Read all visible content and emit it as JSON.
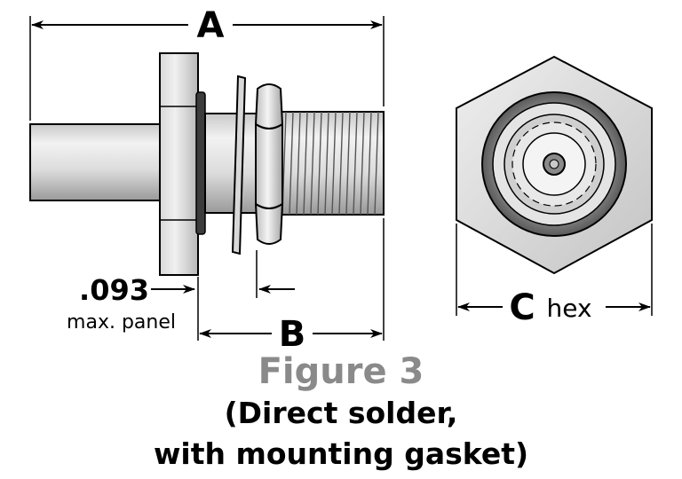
{
  "dimensions": {
    "a": "A",
    "b": "B",
    "c": "C",
    "c_suffix": "hex",
    "thickness": ".093",
    "thickness_note": "max. panel"
  },
  "caption": {
    "title": "Figure 3",
    "line1": "(Direct solder,",
    "line2": "with mounting gasket)"
  },
  "colors": {
    "title": "#8a8a8a",
    "metal_light": "#e6e6e6",
    "metal_mid": "#b5b5b5",
    "metal_dark": "#6e6e6e",
    "line": "#000000"
  }
}
